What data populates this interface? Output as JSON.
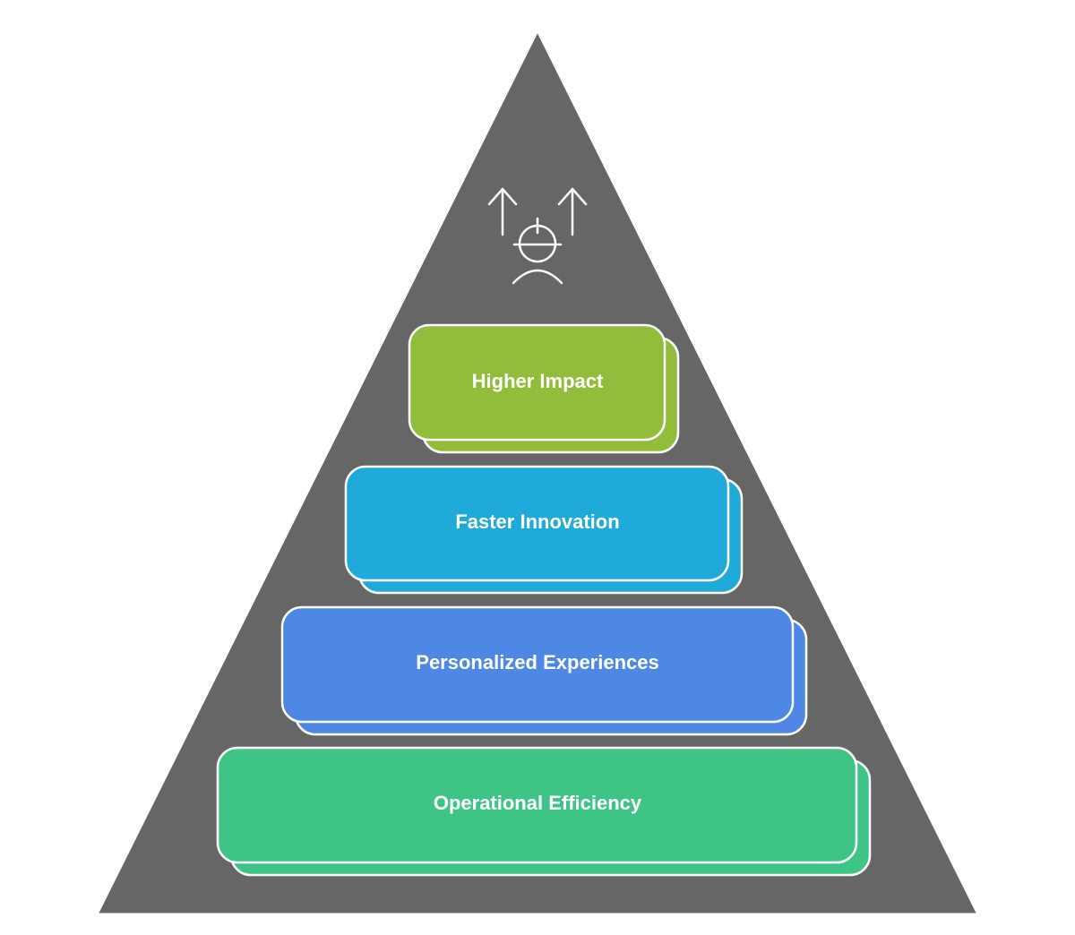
{
  "diagram": {
    "pyramid_color": "#666666",
    "outline_color": "#ffffff",
    "icon": "worker-with-up-arrows-icon",
    "layers": [
      {
        "label": "Higher Impact",
        "color": "#92BD3A"
      },
      {
        "label": "Faster Innovation",
        "color": "#20AAD9"
      },
      {
        "label": "Personalized Experiences",
        "color": "#4E88E4"
      },
      {
        "label": "Operational Efficiency",
        "color": "#3EC485"
      }
    ]
  }
}
